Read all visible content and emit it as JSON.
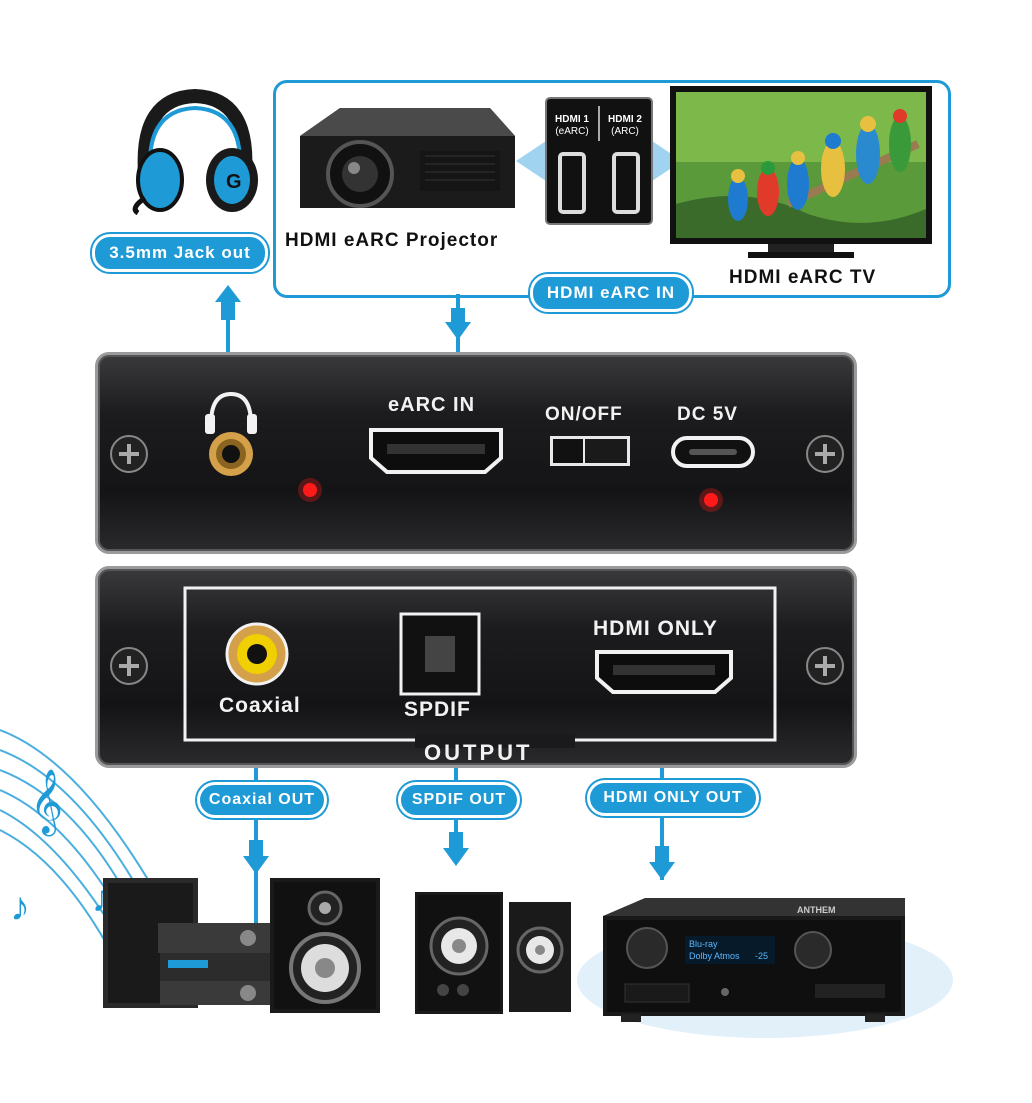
{
  "labels": {
    "jack_out": "3.5mm Jack out",
    "projector": "HDMI eARC Projector",
    "tv": "HDMI eARC TV",
    "hdmi1_line1": "HDMI 1",
    "hdmi1_line2": "(eARC)",
    "hdmi2_line1": "HDMI 2",
    "hdmi2_line2": "(ARC)",
    "earc_in_pill": "HDMI eARC IN",
    "earc_in": "eARC IN",
    "on_off": "ON/OFF",
    "dc5v": "DC 5V",
    "hdmi_only": "HDMI ONLY",
    "coaxial": "Coaxial",
    "spdif": "SPDIF",
    "output": "OUTPUT",
    "coaxial_out": "Coaxial OUT",
    "spdif_out": "SPDIF OUT",
    "hdmi_only_out": "HDMI ONLY OUT",
    "receiver_brand": "ANTHEM",
    "receiver_display1": "Blu-ray",
    "receiver_display2": "Dolby Atmos",
    "receiver_display3": "-25"
  },
  "colors": {
    "accent": "#1e9ad6",
    "panel": "#1c1c1e",
    "led": "#ff1a1a",
    "gold": "#d4a14a"
  },
  "icons": {
    "headphones": "headphones-icon",
    "arrow": "arrow-icon",
    "music": "music-note-icon"
  }
}
